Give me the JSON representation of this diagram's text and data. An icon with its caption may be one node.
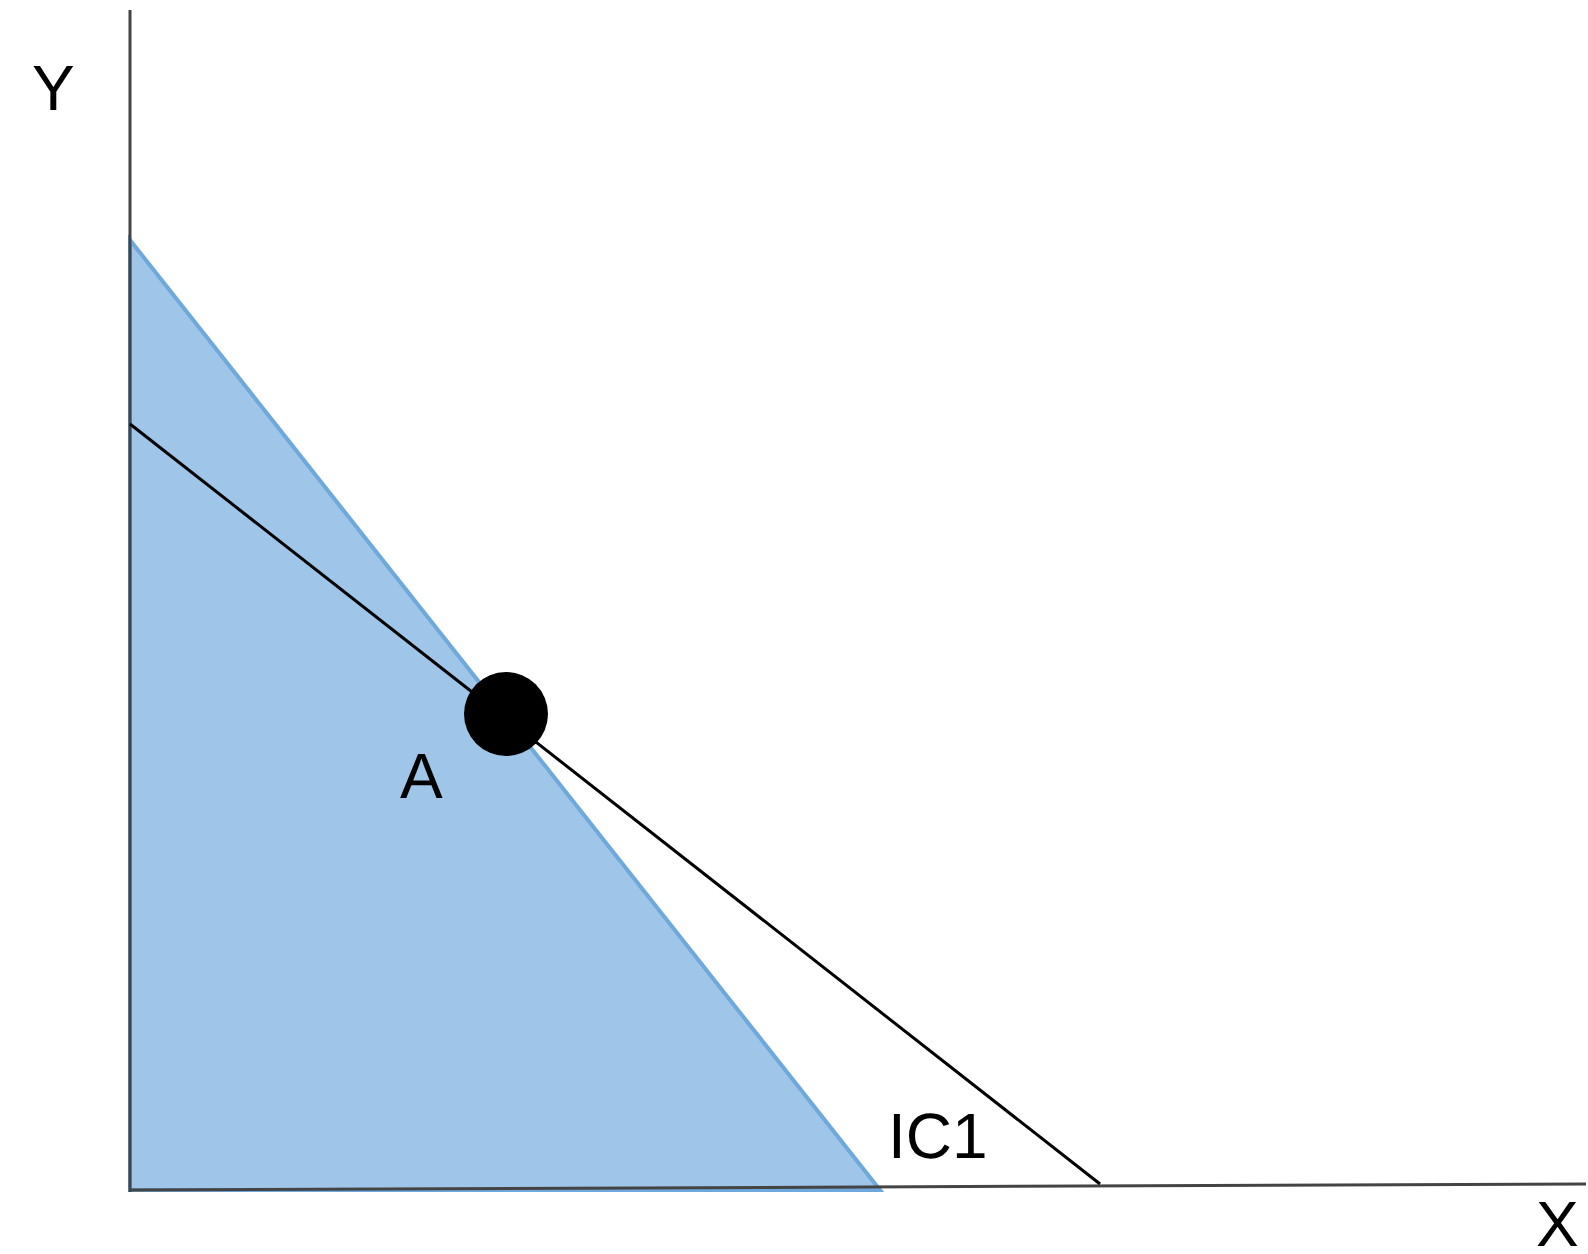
{
  "diagram": {
    "labels": [
      "Y",
      "A",
      "IC1",
      "X"
    ]
  }
}
